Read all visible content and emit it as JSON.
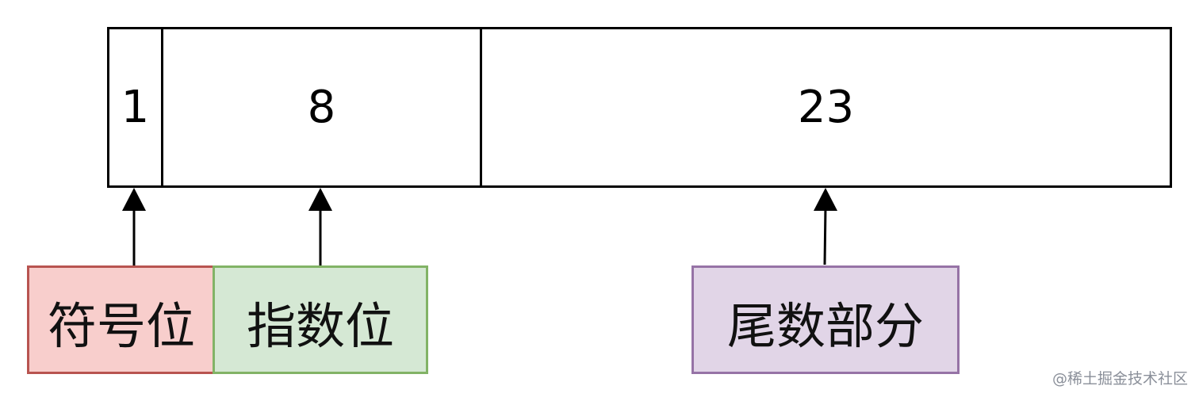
{
  "bitfield": {
    "sign_bits": "1",
    "exponent_bits": "8",
    "mantissa_bits": "23"
  },
  "labels": {
    "sign": "符号位",
    "exponent": "指数位",
    "mantissa": "尾数部分"
  },
  "watermark": "@稀土掘金技术社区",
  "colors": {
    "sign_fill": "#f8cecc",
    "sign_stroke": "#b85450",
    "exponent_fill": "#d5e8d4",
    "exponent_stroke": "#82b366",
    "mantissa_fill": "#e1d5e7",
    "mantissa_stroke": "#9673a6"
  }
}
